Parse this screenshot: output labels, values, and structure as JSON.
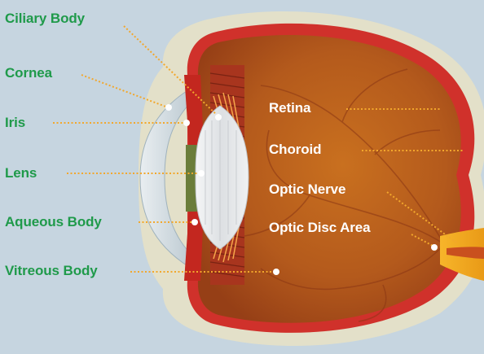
{
  "colors": {
    "background": "#c6d5e0",
    "sclera_outline": "#e8e2c4",
    "outer_wall": "#d0312b",
    "vitreous": "#b2571c",
    "lens": "#e6e8ea",
    "nerve": "#f5a920",
    "label_green": "#1f9a4a",
    "label_white": "#ffffff",
    "leader": "#f2a72c"
  },
  "labels_left": [
    {
      "key": "ciliary",
      "text": "Ciliary Body"
    },
    {
      "key": "cornea",
      "text": "Cornea"
    },
    {
      "key": "iris",
      "text": "Iris"
    },
    {
      "key": "lens",
      "text": "Lens"
    },
    {
      "key": "aqueous",
      "text": "Aqueous Body"
    },
    {
      "key": "vitreous",
      "text": "Vitreous Body"
    }
  ],
  "labels_right": [
    {
      "key": "retina",
      "text": "Retina"
    },
    {
      "key": "choroid",
      "text": "Choroid"
    },
    {
      "key": "optic_nerve",
      "text": "Optic Nerve"
    },
    {
      "key": "optic_disc",
      "text": "Optic Disc Area"
    }
  ]
}
